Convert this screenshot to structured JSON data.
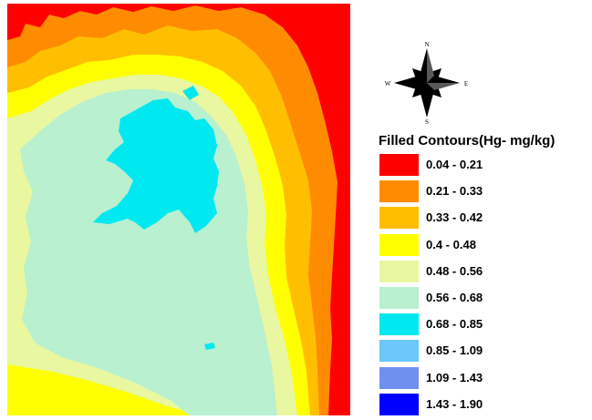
{
  "compass": {
    "n": "N",
    "s": "S",
    "e": "E",
    "w": "W"
  },
  "legend": {
    "title": "Filled Contours(Hg- mg/kg)",
    "items": [
      {
        "label": "0.04 - 0.21",
        "color": "#ff0000"
      },
      {
        "label": "0.21 - 0.33",
        "color": "#ff8c00"
      },
      {
        "label": "0.33 - 0.42",
        "color": "#ffbf00"
      },
      {
        "label": "0.4 - 0.48",
        "color": "#ffff00"
      },
      {
        "label": "0.48 - 0.56",
        "color": "#e8f7a0"
      },
      {
        "label": "0.56 - 0.68",
        "color": "#b8f0d0"
      },
      {
        "label": "0.68 - 0.85",
        "color": "#00e8f0"
      },
      {
        "label": "0.85 - 1.09",
        "color": "#6cc8f8"
      },
      {
        "label": "1.09 - 1.43",
        "color": "#7090f0"
      },
      {
        "label": "1.43 - 1.90",
        "color": "#0000ff"
      }
    ]
  }
}
